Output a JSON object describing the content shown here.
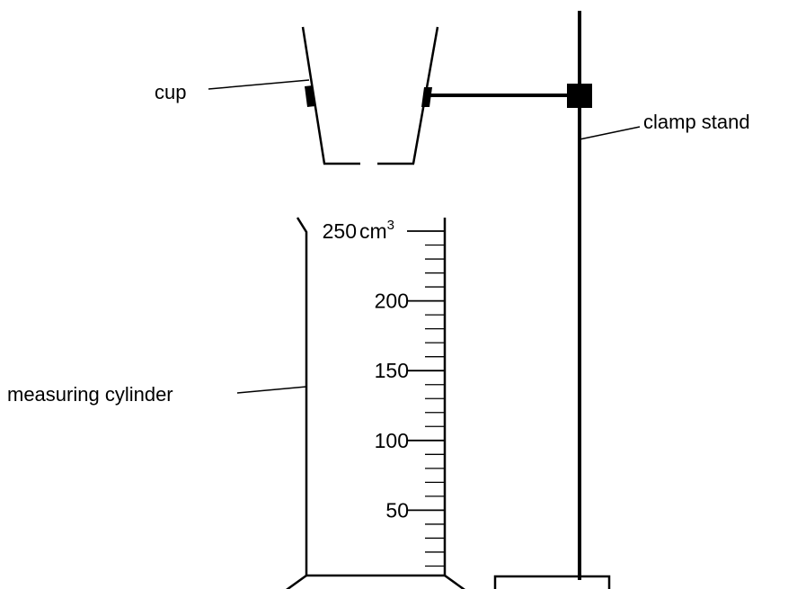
{
  "labels": {
    "cup": "cup",
    "clamp_stand": "clamp stand",
    "measuring_cylinder": "measuring cylinder"
  },
  "scale": {
    "unit": "cm",
    "unit_power": "3",
    "ticks": [
      {
        "value": 250,
        "label": "250"
      },
      {
        "value": 200,
        "label": "200"
      },
      {
        "value": 150,
        "label": "150"
      },
      {
        "value": 100,
        "label": "100"
      },
      {
        "value": 50,
        "label": "50"
      }
    ],
    "minor_step": 10
  }
}
